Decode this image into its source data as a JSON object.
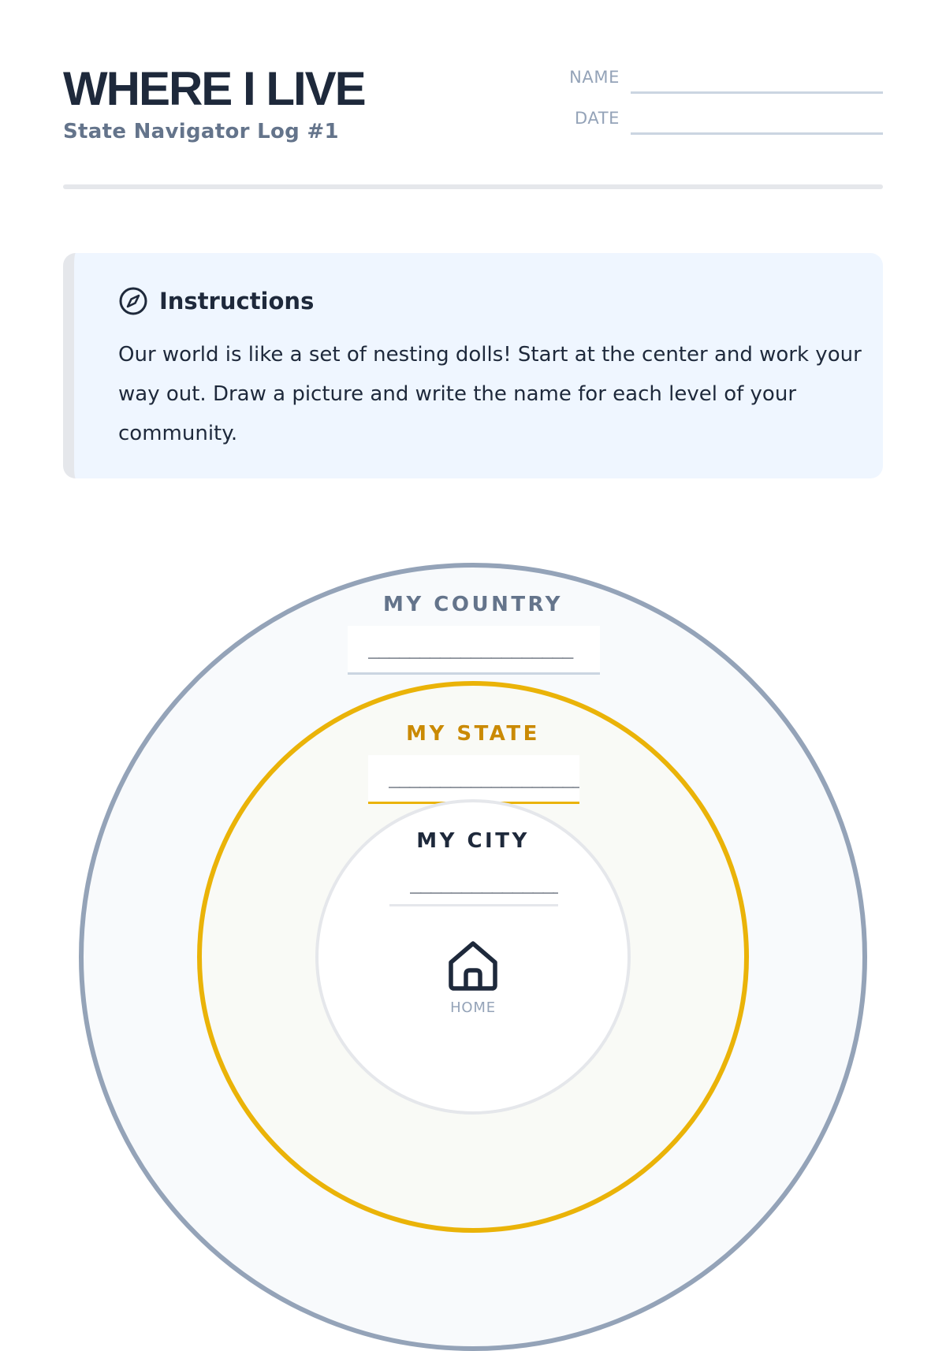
{
  "header": {
    "title": "WHERE I LIVE",
    "subtitle": "State Navigator Log #1",
    "name_label": "NAME",
    "date_label": "DATE"
  },
  "instructions": {
    "icon": "compass-icon",
    "title": "Instructions",
    "body": "Our world is like a set of nesting dolls! Start at the center and work your way out. Draw a picture and write the name for each level of your community."
  },
  "diagram": {
    "country": {
      "label": "MY COUNTRY",
      "blank": "____________________"
    },
    "state": {
      "label": "MY STATE",
      "blank": "____________________"
    },
    "city": {
      "label": "MY CITY",
      "blank": "____________________"
    },
    "home": {
      "icon": "home-icon",
      "label": "HOME"
    }
  },
  "colors": {
    "text_dark": "#1e293b",
    "muted": "#64748b",
    "country_ring": "#94a3b8",
    "state_ring": "#eab308",
    "state_label": "#ca8a04",
    "instructions_bg": "#eff6ff"
  }
}
